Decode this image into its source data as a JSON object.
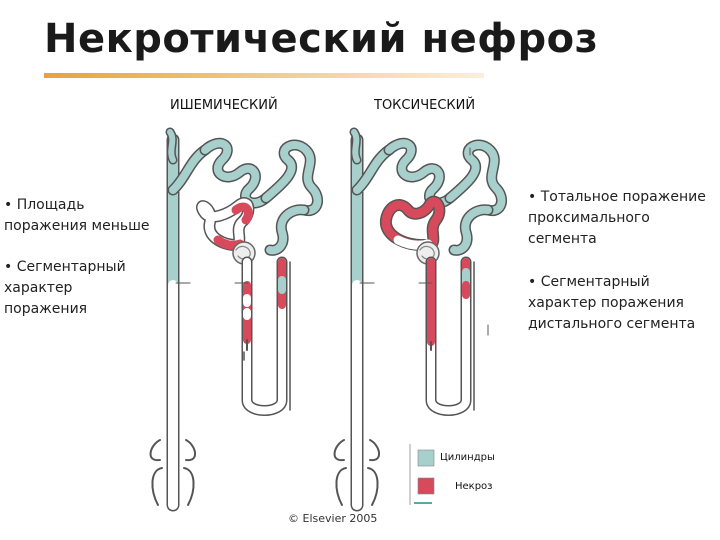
{
  "title": "Некротический нефроз",
  "columns": {
    "left": "ИШЕМИЧЕСКИЙ",
    "right": "ТОКСИЧЕСКИЙ"
  },
  "left_notes": [
    "• Площадь поражения меньше",
    "• Сегментарный характер поражения"
  ],
  "right_notes": [
    "• Тотальное поражение проксимального сегмента",
    "• Сегментарный характер поражения дистального сегмента"
  ],
  "legend": [
    {
      "label": "Цилиндры",
      "color": "#a7cfcc"
    },
    {
      "label": "Некроз",
      "color": "#d64a5c"
    }
  ],
  "copyright": "© Elsevier 2005",
  "colors": {
    "tubule": "#a7cfcc",
    "necrosis": "#d64a5c",
    "outline": "#555555",
    "accent_bar": "#e8a23a"
  }
}
